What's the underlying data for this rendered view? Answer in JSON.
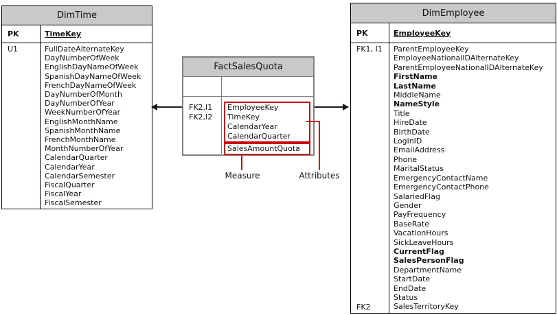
{
  "colors": {
    "table_header_fill": "#c9c9c9",
    "table_border": "#000000",
    "fact_table_border": "#7f7f7f",
    "highlight_red": "#cc0000",
    "arrow": "#1a1a1a"
  },
  "tables": {
    "dim_time": {
      "title": "DimTime",
      "pk_label": "PK",
      "pk_column": "TimeKey",
      "key_flag": "U1",
      "columns": [
        "FullDateAlternateKey",
        "DayNumberOfWeek",
        "EnglishDayNameOfWeek",
        "SpanishDayNameOfWeek",
        "FrenchDayNameOfWeek",
        "DayNumberOfMonth",
        "DayNumberOfYear",
        "WeekNumberOfYear",
        "EnglishMonthName",
        "SpanishMonthName",
        "FrenchMonthName",
        "MonthNumberOfYear",
        "CalendarQuarter",
        "CalendarYear",
        "CalendarSemester",
        "FiscalQuarter",
        "FiscalYear",
        "FiscalSemester"
      ]
    },
    "fact_sales_quota": {
      "title": "FactSalesQuota",
      "fk_labels": [
        "FK2,I1",
        "FK2,I2"
      ],
      "attributes": [
        "EmployeeKey",
        "TimeKey",
        "CalendarYear",
        "CalendarQuarter"
      ],
      "measures": [
        "SalesAmountQuota"
      ]
    },
    "dim_employee": {
      "title": "DimEmployee",
      "pk_label": "PK",
      "pk_column": "EmployeeKey",
      "key_flag_top": "FK1, I1",
      "key_flag_bottom": "FK2",
      "columns": [
        {
          "label": "ParentEmployeeKey",
          "bold": false
        },
        {
          "label": "EmployeeNationalIDAlternateKey",
          "bold": false
        },
        {
          "label": "ParentEmployeeNationalIDAlternateKey",
          "bold": false
        },
        {
          "label": "FirstName",
          "bold": true
        },
        {
          "label": "LastName",
          "bold": true
        },
        {
          "label": "MiddleName",
          "bold": false
        },
        {
          "label": "NameStyle",
          "bold": true
        },
        {
          "label": "Title",
          "bold": false
        },
        {
          "label": "HireDate",
          "bold": false
        },
        {
          "label": "BirthDate",
          "bold": false
        },
        {
          "label": "LoginID",
          "bold": false
        },
        {
          "label": "EmailAddress",
          "bold": false
        },
        {
          "label": "Phone",
          "bold": false
        },
        {
          "label": "MaritalStatus",
          "bold": false
        },
        {
          "label": "EmergencyContactName",
          "bold": false
        },
        {
          "label": "EmergencyContactPhone",
          "bold": false
        },
        {
          "label": "SalariedFlag",
          "bold": false
        },
        {
          "label": "Gender",
          "bold": false
        },
        {
          "label": "PayFrequency",
          "bold": false
        },
        {
          "label": "BaseRate",
          "bold": false
        },
        {
          "label": "VacationHours",
          "bold": false
        },
        {
          "label": "SickLeaveHours",
          "bold": false
        },
        {
          "label": "CurrentFlag",
          "bold": true
        },
        {
          "label": "SalesPersonFlag",
          "bold": true
        },
        {
          "label": "DepartmentName",
          "bold": false
        },
        {
          "label": "StartDate",
          "bold": false
        },
        {
          "label": "EndDate",
          "bold": false
        },
        {
          "label": "Status",
          "bold": false
        },
        {
          "label": "SalesTerritoryKey",
          "bold": false
        }
      ]
    }
  },
  "annotations": {
    "measure_label": "Measure",
    "attributes_label": "Attributes"
  }
}
